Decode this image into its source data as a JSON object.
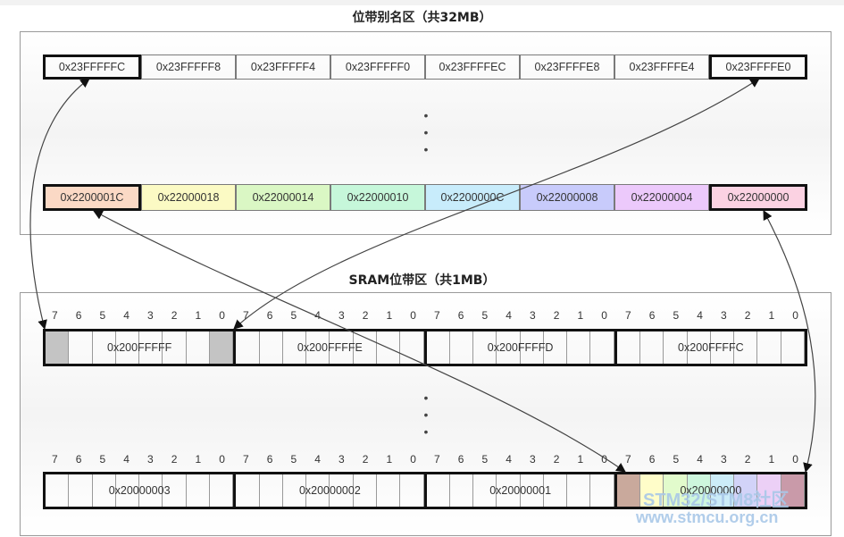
{
  "alias_title": "位带别名区（共32MB）",
  "sram_title": "SRAM位带区（共1MB）",
  "alias_top_row": [
    "0x23FFFFFC",
    "0x23FFFFF8",
    "0x23FFFFF4",
    "0x23FFFFF0",
    "0x23FFFFEC",
    "0x23FFFFE8",
    "0x23FFFFE4",
    "0x23FFFFE0"
  ],
  "alias_bottom_row": [
    "0x2200001C",
    "0x22000018",
    "0x22000014",
    "0x22000010",
    "0x2200000C",
    "0x22000008",
    "0x22000004",
    "0x22000000"
  ],
  "alias_bottom_colors": [
    "#fbd9c5",
    "#fbfac4",
    "#daf7c4",
    "#c6f7da",
    "#c8ecfb",
    "#c8cbfb",
    "#ecc9fb",
    "#fbd2e2"
  ],
  "bit_numbers": [
    "7",
    "6",
    "5",
    "4",
    "3",
    "2",
    "1",
    "0"
  ],
  "sram_top_row": [
    "0x200FFFFF",
    "0x200FFFFE",
    "0x200FFFFD",
    "0x200FFFFC"
  ],
  "sram_bottom_row": [
    "0x20000003",
    "0x20000002",
    "0x20000001",
    "0x20000000"
  ],
  "sram_bottom_highlight_colors": [
    "#c9a99c",
    "#fffdc9",
    "#e2fbcc",
    "#cdf6dd",
    "#ccecf8",
    "#d2d3f8",
    "#ecd0f6",
    "#c99aa9"
  ],
  "dots": "•\n•\n•",
  "watermark_line1": "STM32/STM8社区",
  "watermark_line2": "www.stmcu.org.cn"
}
